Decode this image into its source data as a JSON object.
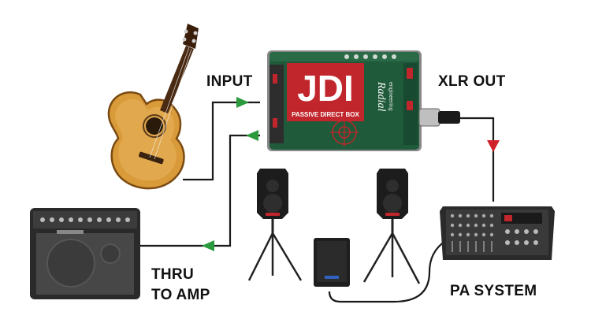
{
  "labels": {
    "input": "INPUT",
    "xlr_out": "XLR OUT",
    "thru_line1": "THRU",
    "thru_line2": "TO AMP",
    "pa_system": "PA SYSTEM"
  },
  "device": {
    "logo": "JDI",
    "subtitle": "PASSIVE DIRECT BOX",
    "brand": "Radial",
    "brand_sub": "engineering"
  },
  "colors": {
    "device_green": "#1f5a3a",
    "device_red": "#c0262b",
    "arrow_green": "#2a9a3c",
    "arrow_red": "#d0202a",
    "cable": "#1a1a1a"
  },
  "icons": {
    "guitar": "acoustic-guitar-icon",
    "amp": "acoustic-amp-icon",
    "speaker": "pa-speaker-icon",
    "sub": "subwoofer-icon",
    "mixer": "powered-mixer-icon"
  }
}
